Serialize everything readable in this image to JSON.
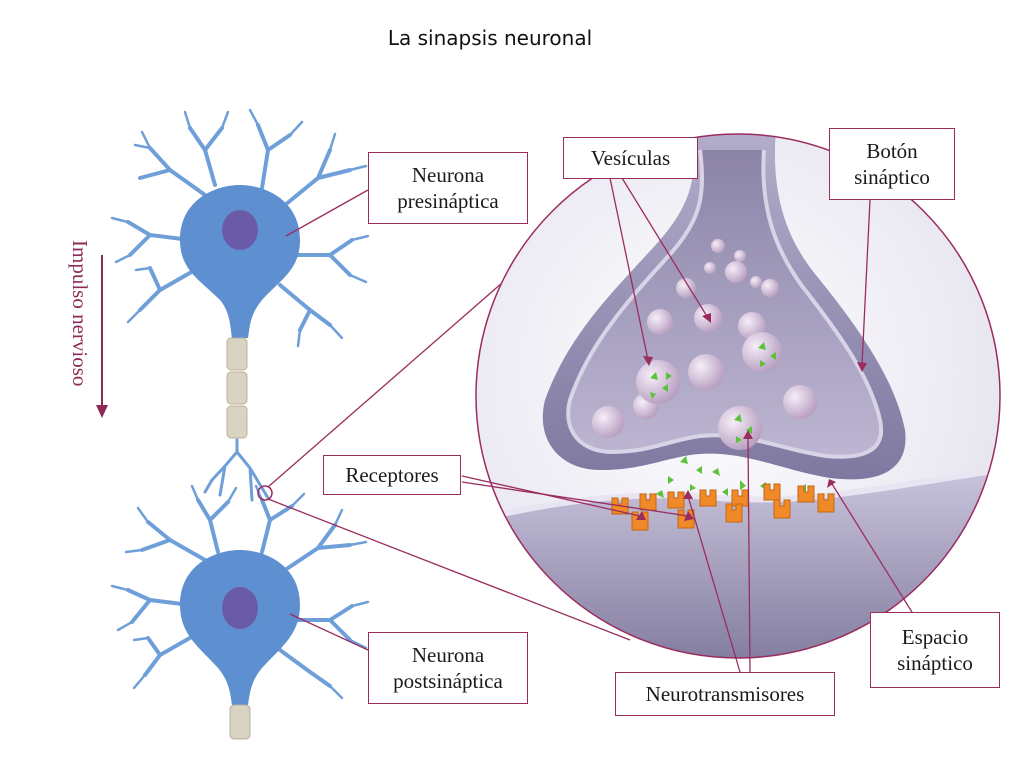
{
  "title": "La sinapsis neuronal",
  "labels": {
    "impulse": "Impulso nervioso",
    "presynaptic": "Neurona\npresináptica",
    "postsynaptic": "Neurona\npostsináptica",
    "vesicles": "Vesículas",
    "button": "Botón\nsináptico",
    "receptors": "Receptores",
    "cleft": "Espacio\nsináptico",
    "neurotransmitters": "Neurotransmisores"
  },
  "colors": {
    "accent": "#9b2c5e",
    "neuron": "#5d8fd1",
    "nucleus": "#6b5aa8",
    "myelin": "#d9d4c2",
    "terminal": "#9a93b8",
    "vesicle": "#d7c3dc",
    "neurotransmitter": "#5cc23a",
    "receptor": "#f08a28"
  }
}
